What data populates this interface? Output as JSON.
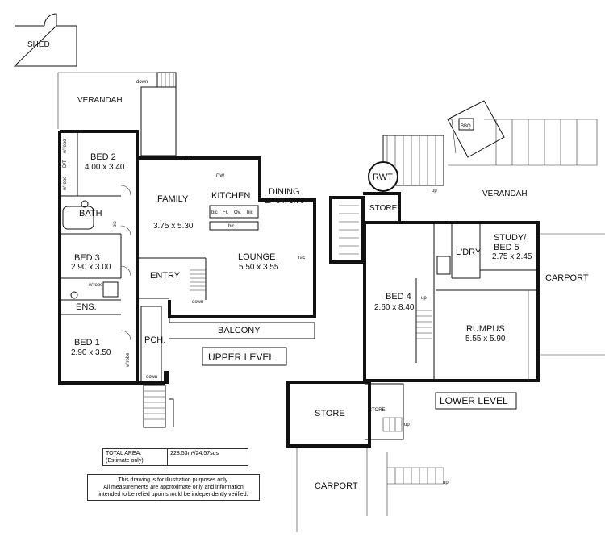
{
  "rooms": {
    "shed": "SHED",
    "verandah_upper": "VERANDAH",
    "bed2": {
      "name": "BED 2",
      "size": "4.00 x 3.40"
    },
    "wrobe1": "w'robe",
    "dt": "D/T",
    "wrobe2": "w'robe",
    "bath": "BATH",
    "bic_bath": "bic",
    "bed3": {
      "name": "BED 3",
      "size": "2.90 x 3.00"
    },
    "wrobe3": "w'robe",
    "ens": "ENS.",
    "bed1": {
      "name": "BED 1",
      "size": "2.90 x 3.50"
    },
    "wrobe4": "w'robe",
    "family": {
      "name": "FAMILY",
      "size": "3.75 x 5.30"
    },
    "kitchen": "KITCHEN",
    "dw": "DW.",
    "dining": {
      "name": "DINING",
      "size": "2.70 x 3.70"
    },
    "lounge": {
      "name": "LOUNGE",
      "size": "5.50 x 3.55"
    },
    "entry": "ENTRY",
    "balcony": "BALCONY",
    "pch": "PCH.",
    "rac1": "rac",
    "rac2": "rac",
    "kitchen_units": [
      "bic",
      "Fr.",
      "Ov.",
      "bic"
    ],
    "bic_island": "bic",
    "down1": "down",
    "down2": "down",
    "down3": "down",
    "rwt": "RWT",
    "store_top": "STORE",
    "verandah_lower": "VERANDAH",
    "bbq": "BBQ",
    "up1": "up",
    "up2": "up",
    "up3": "up",
    "up4": "up",
    "ldry": "L'DRY",
    "study": {
      "name1": "STUDY/",
      "name2": "BED 5",
      "size": "2.75 x 2.45"
    },
    "carport_right": "CARPORT",
    "bed4": {
      "name": "BED 4",
      "size": "2.60 x 8.40"
    },
    "rumpus": {
      "name": "RUMPUS",
      "size": "5.55 x 5.90"
    },
    "store_bottom": "STORE",
    "store_small": "STORE",
    "carport_bottom": "CARPORT"
  },
  "levels": {
    "upper": "UPPER LEVEL",
    "lower": "LOWER LEVEL"
  },
  "info": {
    "total_area_label": "TOTAL AREA:",
    "estimate_label": "(Estimate only)",
    "total_area_value": "228.53m²/24.57sqs"
  },
  "disclaimer": {
    "line1": "This drawing is for illustration purposes only.",
    "line2": "All measurements are approximate only and information",
    "line3": "intended to be relied upon should be independently verified."
  }
}
